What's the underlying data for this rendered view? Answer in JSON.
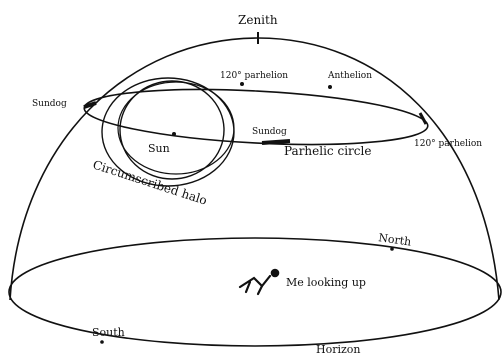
{
  "diagram": {
    "labels": {
      "zenith": "Zenith",
      "parhelion_120_top": "120° parhelion",
      "anthelion": "Anthelion",
      "sundog_left": "Sundog",
      "sundog_right": "Sundog",
      "parhelion_120_right": "120° parhelion",
      "sun": "Sun",
      "parhelic_circle": "Parhelic circle",
      "circumscribed_halo": "Circumscribed halo",
      "north": "North",
      "observer": "Me looking up",
      "south": "South",
      "horizon": "Horizon"
    }
  }
}
